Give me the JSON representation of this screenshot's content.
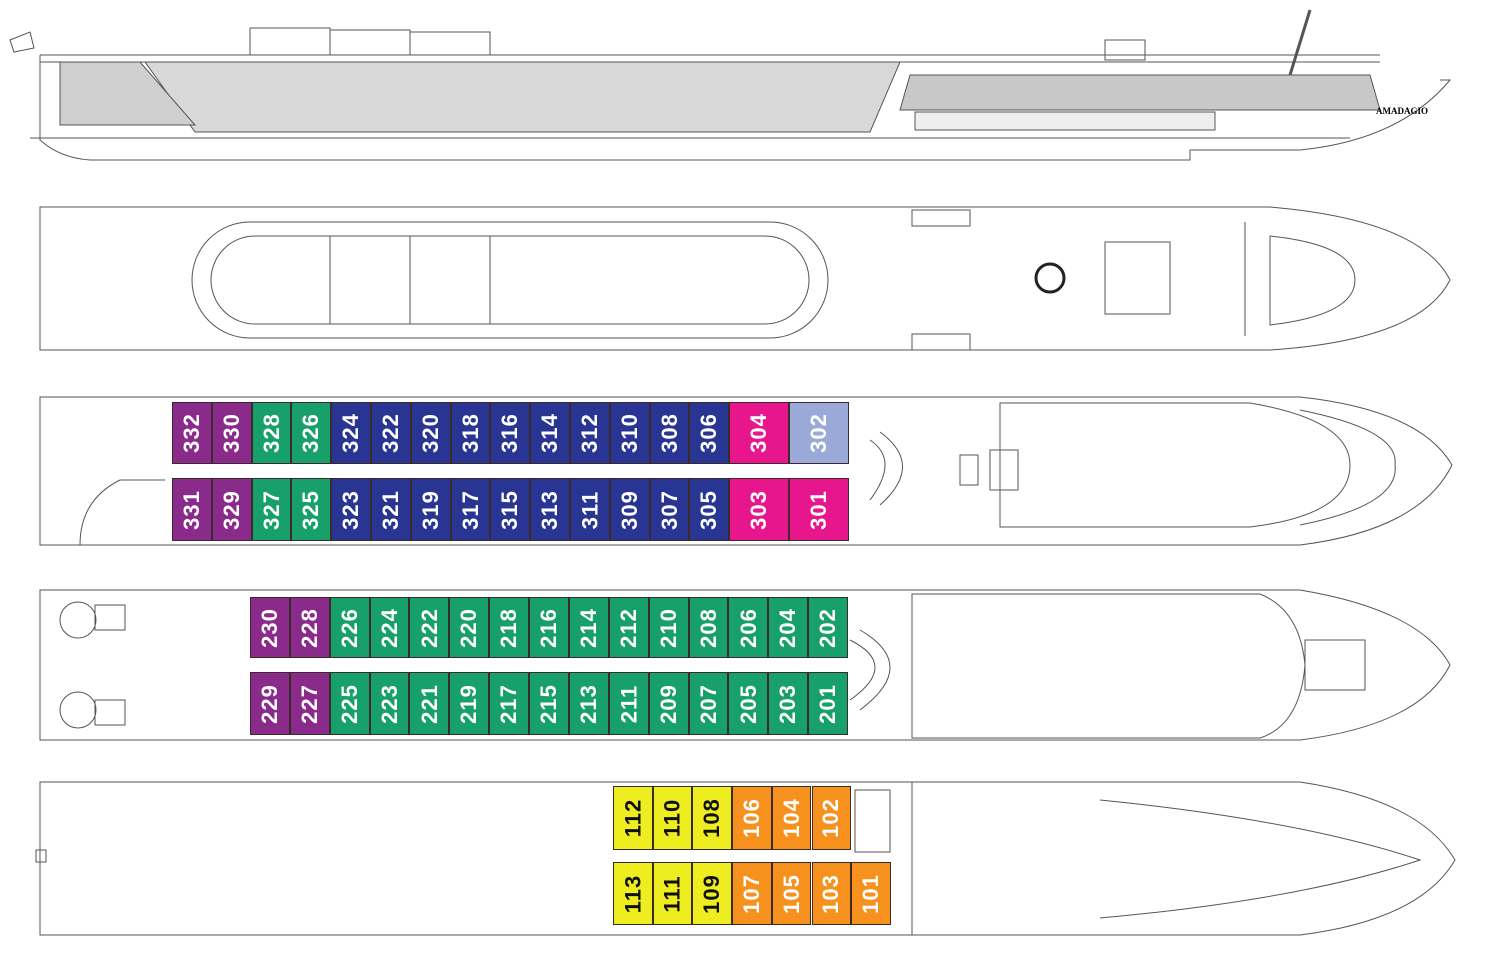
{
  "ship_name": "AMADAGIO",
  "categories": {
    "purple": {
      "color": "#8a2b8c",
      "text": "#ffffff"
    },
    "green": {
      "color": "#17a06a",
      "text": "#ffffff"
    },
    "navy": {
      "color": "#283593",
      "text": "#ffffff"
    },
    "magenta": {
      "color": "#e8168c",
      "text": "#ffffff"
    },
    "lightblue": {
      "color": "#9aa9d7",
      "text": "#ffffff"
    },
    "yellow": {
      "color": "#eded1f",
      "text": "#111111"
    },
    "orange": {
      "color": "#f6911e",
      "text": "#ffffff"
    }
  },
  "decks": [
    {
      "name": "deck-300",
      "rows": [
        {
          "cabins": [
            {
              "n": "332",
              "c": "purple"
            },
            {
              "n": "330",
              "c": "purple"
            },
            {
              "n": "328",
              "c": "green"
            },
            {
              "n": "326",
              "c": "green"
            },
            {
              "n": "324",
              "c": "navy"
            },
            {
              "n": "322",
              "c": "navy"
            },
            {
              "n": "320",
              "c": "navy"
            },
            {
              "n": "318",
              "c": "navy"
            },
            {
              "n": "316",
              "c": "navy"
            },
            {
              "n": "314",
              "c": "navy"
            },
            {
              "n": "312",
              "c": "navy"
            },
            {
              "n": "310",
              "c": "navy"
            },
            {
              "n": "308",
              "c": "navy"
            },
            {
              "n": "306",
              "c": "navy"
            },
            {
              "n": "304",
              "c": "magenta",
              "w": 1.5
            },
            {
              "n": "302",
              "c": "lightblue",
              "w": 1.5
            }
          ]
        },
        {
          "cabins": [
            {
              "n": "331",
              "c": "purple"
            },
            {
              "n": "329",
              "c": "purple"
            },
            {
              "n": "327",
              "c": "green"
            },
            {
              "n": "325",
              "c": "green"
            },
            {
              "n": "323",
              "c": "navy"
            },
            {
              "n": "321",
              "c": "navy"
            },
            {
              "n": "319",
              "c": "navy"
            },
            {
              "n": "317",
              "c": "navy"
            },
            {
              "n": "315",
              "c": "navy"
            },
            {
              "n": "313",
              "c": "navy"
            },
            {
              "n": "311",
              "c": "navy"
            },
            {
              "n": "309",
              "c": "navy"
            },
            {
              "n": "307",
              "c": "navy"
            },
            {
              "n": "305",
              "c": "navy"
            },
            {
              "n": "303",
              "c": "magenta",
              "w": 1.5
            },
            {
              "n": "301",
              "c": "magenta",
              "w": 1.5
            }
          ]
        }
      ]
    },
    {
      "name": "deck-200",
      "rows": [
        {
          "cabins": [
            {
              "n": "230",
              "c": "purple"
            },
            {
              "n": "228",
              "c": "purple"
            },
            {
              "n": "226",
              "c": "green"
            },
            {
              "n": "224",
              "c": "green"
            },
            {
              "n": "222",
              "c": "green"
            },
            {
              "n": "220",
              "c": "green"
            },
            {
              "n": "218",
              "c": "green"
            },
            {
              "n": "216",
              "c": "green"
            },
            {
              "n": "214",
              "c": "green"
            },
            {
              "n": "212",
              "c": "green"
            },
            {
              "n": "210",
              "c": "green"
            },
            {
              "n": "208",
              "c": "green"
            },
            {
              "n": "206",
              "c": "green"
            },
            {
              "n": "204",
              "c": "green"
            },
            {
              "n": "202",
              "c": "green"
            }
          ]
        },
        {
          "cabins": [
            {
              "n": "229",
              "c": "purple"
            },
            {
              "n": "227",
              "c": "purple"
            },
            {
              "n": "225",
              "c": "green"
            },
            {
              "n": "223",
              "c": "green"
            },
            {
              "n": "221",
              "c": "green"
            },
            {
              "n": "219",
              "c": "green"
            },
            {
              "n": "217",
              "c": "green"
            },
            {
              "n": "215",
              "c": "green"
            },
            {
              "n": "213",
              "c": "green"
            },
            {
              "n": "211",
              "c": "green"
            },
            {
              "n": "209",
              "c": "green"
            },
            {
              "n": "207",
              "c": "green"
            },
            {
              "n": "205",
              "c": "green"
            },
            {
              "n": "203",
              "c": "green"
            },
            {
              "n": "201",
              "c": "green"
            }
          ]
        }
      ]
    },
    {
      "name": "deck-100",
      "rows": [
        {
          "cabins": [
            {
              "n": "112",
              "c": "yellow"
            },
            {
              "n": "110",
              "c": "yellow"
            },
            {
              "n": "108",
              "c": "yellow"
            },
            {
              "n": "106",
              "c": "orange"
            },
            {
              "n": "104",
              "c": "orange"
            },
            {
              "n": "102",
              "c": "orange"
            }
          ]
        },
        {
          "cabins": [
            {
              "n": "113",
              "c": "yellow"
            },
            {
              "n": "111",
              "c": "yellow"
            },
            {
              "n": "109",
              "c": "yellow"
            },
            {
              "n": "107",
              "c": "orange"
            },
            {
              "n": "105",
              "c": "orange"
            },
            {
              "n": "103",
              "c": "orange"
            },
            {
              "n": "101",
              "c": "orange"
            }
          ]
        }
      ]
    }
  ]
}
